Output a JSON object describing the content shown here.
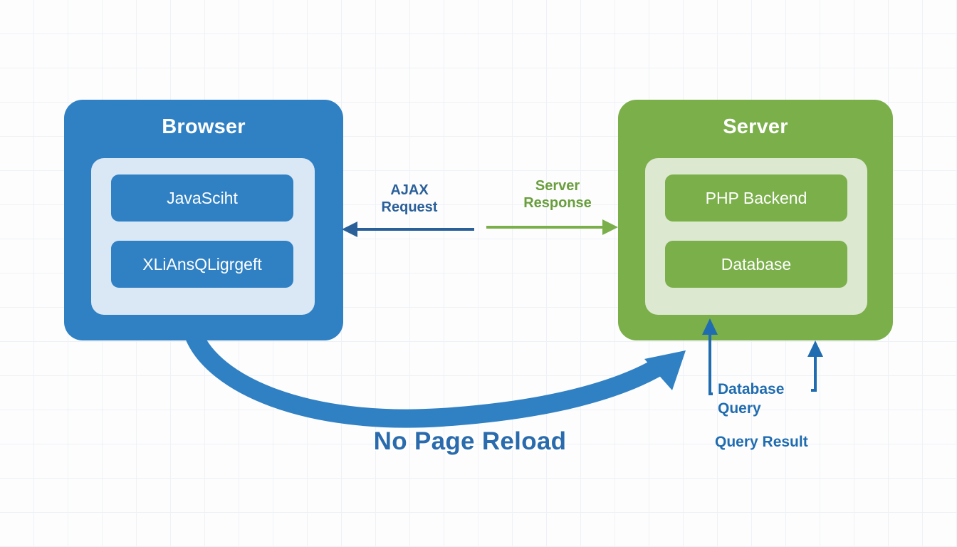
{
  "diagram": {
    "title_hidden": "",
    "colors": {
      "browser_blue": "#3080c4",
      "server_green": "#7aaf4a",
      "browser_panel": "#dae8f5",
      "server_panel": "#dde8d1",
      "ajax_label_blue": "#2a6099",
      "response_label_green": "#6a9e3d",
      "bottom_label_blue": "#1f6cb0",
      "no_reload_blue": "#2a6bad",
      "grid_line": "#eef2f6",
      "background": "#fdfdfe"
    }
  },
  "browser": {
    "title": "Browser",
    "components": [
      {
        "label": "JavaSciht"
      },
      {
        "label": "XLiAnsQLigrgeft"
      }
    ]
  },
  "server": {
    "title": "Server",
    "components": [
      {
        "label": "PHP Backend"
      },
      {
        "label": "Database"
      }
    ]
  },
  "connectors": {
    "ajax_request": {
      "label": "AJAX\nRequest",
      "direction": "right-to-left",
      "color": "#2a6099"
    },
    "server_response": {
      "label": "Server\nResponse",
      "direction": "left-to-right",
      "color": "#6a9e3d"
    },
    "dashed_return": {
      "label": "",
      "color_start": "#2a6099",
      "color_end": "#7aaf4a"
    },
    "database_query": {
      "label": "Database\nQuery",
      "direction": "upward",
      "color": "#1f6cb0"
    },
    "query_result": {
      "label": "Query Result",
      "direction": "upward",
      "color": "#1f6cb0"
    },
    "no_page_reload": {
      "label": "No Page Reload",
      "direction": "browser-to-server",
      "color": "#2a6bad"
    }
  }
}
